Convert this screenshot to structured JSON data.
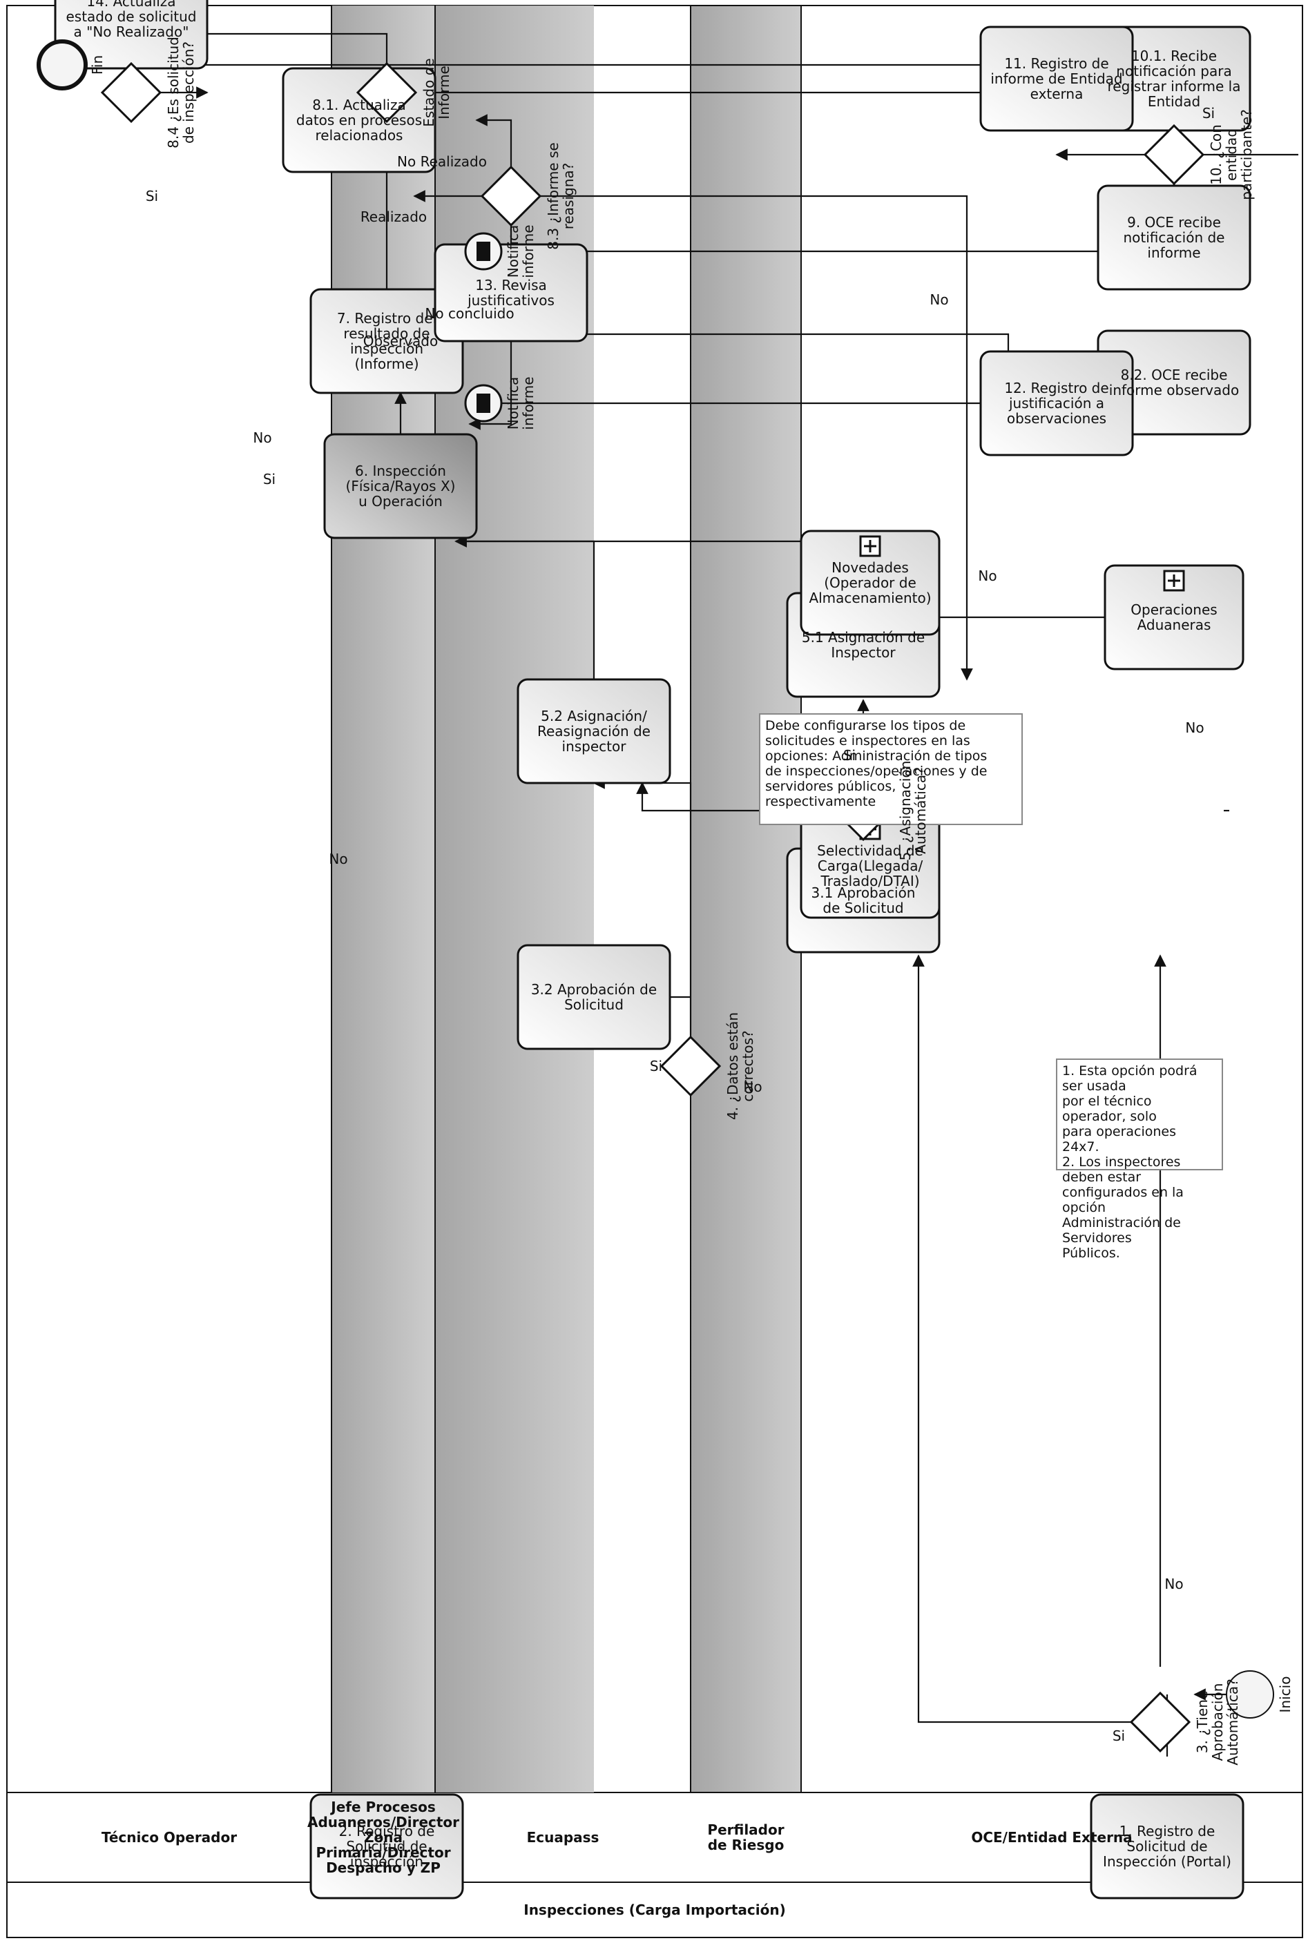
{
  "pool": {
    "title": "Inspecciones (Carga Importación)"
  },
  "lanes": [
    {
      "id": "tec",
      "label": "Técnico Operador"
    },
    {
      "id": "jefe",
      "label": "Jefe Procesos Aduaneros/Director Zona\nPrimaria/Director Despacho y ZP"
    },
    {
      "id": "ecu",
      "label": "Ecuapass"
    },
    {
      "id": "perf",
      "label": "Perfilador\nde Riesgo"
    },
    {
      "id": "oce",
      "label": "OCE/Entidad Externa"
    }
  ],
  "tasks": [
    {
      "id": "t1",
      "label": "1. Registro de\nSolicitud de\nInspección (Portal)"
    },
    {
      "id": "t2",
      "label": "2. Registro de\nSolicitud de\ninspección"
    },
    {
      "id": "t31",
      "label": "3.1 Aprobación\nde Solicitud"
    },
    {
      "id": "t32",
      "label": "3.2 Aprobación de\nSolicitud"
    },
    {
      "id": "t51",
      "label": "5.1 Asignación de\nInspector"
    },
    {
      "id": "t52",
      "label": "5.2 Asignación/\nReasignación de\ninspector"
    },
    {
      "id": "t6",
      "label": "6. Inspección\n(Física/Rayos X)\nu Operación"
    },
    {
      "id": "t7",
      "label": "7. Registro del\nresultado de\ninspección (Informe)"
    },
    {
      "id": "t13",
      "label": "13. Revisa\njustificativos"
    },
    {
      "id": "t81",
      "label": "8.1. Actualiza\ndatos en procesos\nrelacionados"
    },
    {
      "id": "t14",
      "label": "14. Actualiza\nestado de solicitud\na \"No Realizado\""
    },
    {
      "id": "t82",
      "label": "8.2. OCE recibe\ninforme observado"
    },
    {
      "id": "t12",
      "label": "12. Registro de\njustificación a\nobservaciones"
    },
    {
      "id": "t9",
      "label": "9. OCE recibe\nnotificación de\ninforme"
    },
    {
      "id": "t101",
      "label": "10.1. Recibe\nnotificación para\nregistrar informe la\nEntidad"
    },
    {
      "id": "t11",
      "label": "11. Registro de\ninforme de Entidad\nexterna"
    },
    {
      "id": "sp1",
      "label": "Operaciones\nAduaneras"
    },
    {
      "id": "sp2",
      "label": "Novedades\n(Operador de\nAlmacenamiento)"
    },
    {
      "id": "sp3",
      "label": "Selectividad de\nCarga(Llegada/\nTraslado/DTAI)"
    }
  ],
  "gateways": [
    {
      "id": "g3",
      "label": "3. ¿Tiene Aprobación\nAutomática?"
    },
    {
      "id": "g4",
      "label": "4. ¿Datos están\ncorrectos?"
    },
    {
      "id": "g5",
      "label": "5. ¿Asignación\nAutomática?"
    },
    {
      "id": "g83",
      "label": "8.3 ¿Informe se\nreasigna?"
    },
    {
      "id": "g84",
      "label": "8.4 ¿Es solicitud\nde inspección?"
    },
    {
      "id": "gEst",
      "label": "Estado de\nInforme"
    },
    {
      "id": "g10",
      "label": "10. ¿Con\nentidad\nparticipante?"
    }
  ],
  "events": {
    "start": "Inicio",
    "end": "Fin",
    "notifica1": "Notifica\ninforme",
    "notifica2": "Notifica\ninforme"
  },
  "edge_labels": {
    "si": "Si",
    "no": "No",
    "observado": "Observado",
    "realizado": "Realizado",
    "no_realizado": "No Realizado",
    "no_concluido": "No concluido"
  },
  "notes": [
    {
      "id": "n1",
      "text": "Debe configurarse los tipos de\nsolicitudes e inspectores en las\nopciones: Administración de tipos\nde inspecciones/operaciones y de\nservidores públicos,\nrespectivamente"
    },
    {
      "id": "n2",
      "text": "1. Esta opción podrá ser usada\npor el técnico operador, solo\npara operaciones 24x7.\n2. Los inspectores deben estar\nconfigurados en la opción\nAdministración de Servidores\nPúblicos."
    }
  ],
  "colors": {
    "line": "#111111",
    "task_fill": "#eeeeee",
    "task_dark": "#b9b9b9",
    "lane_gray": "#b5b5b5",
    "white": "#ffffff"
  }
}
